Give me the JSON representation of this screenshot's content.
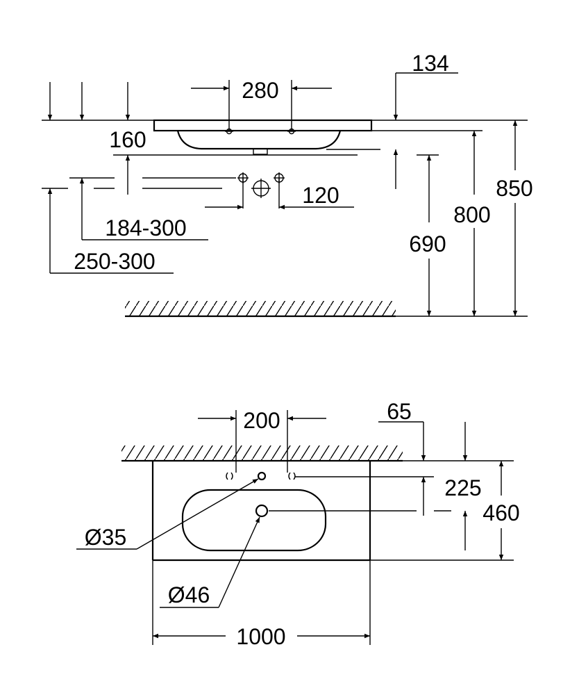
{
  "side_view": {
    "dims": {
      "d134": "134",
      "d280": "280",
      "d160": "160",
      "d120": "120",
      "d184_300": "184-300",
      "d250_300": "250-300",
      "d690": "690",
      "d800": "800",
      "d850": "850"
    }
  },
  "top_view": {
    "dims": {
      "d200": "200",
      "d65": "65",
      "d225": "225",
      "d460": "460",
      "d35": "Ø35",
      "d46": "Ø46",
      "d1000": "1000"
    }
  }
}
